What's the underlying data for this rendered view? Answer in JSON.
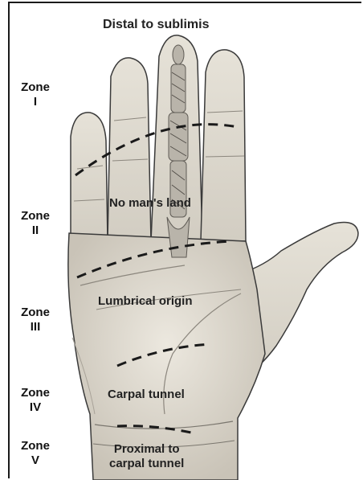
{
  "title": "Distal to sublimis",
  "zones": [
    {
      "name": "Zone",
      "numeral": "I"
    },
    {
      "name": "Zone",
      "numeral": "II"
    },
    {
      "name": "Zone",
      "numeral": "III"
    },
    {
      "name": "Zone",
      "numeral": "IV"
    },
    {
      "name": "Zone",
      "numeral": "V"
    }
  ],
  "regions": {
    "no_mans_land": "No man's land",
    "lumbrical_origin": "Lumbrical origin",
    "carpal_tunnel": "Carpal tunnel",
    "proximal_line1": "Proximal to",
    "proximal_line2": "carpal tunnel"
  },
  "colors": {
    "skin_fill": "#d9d4ca",
    "skin_shade": "#9a958c",
    "outline": "#3a3a3a",
    "tendon": "#6d6a64",
    "dash_line": "#1a1a1a"
  }
}
